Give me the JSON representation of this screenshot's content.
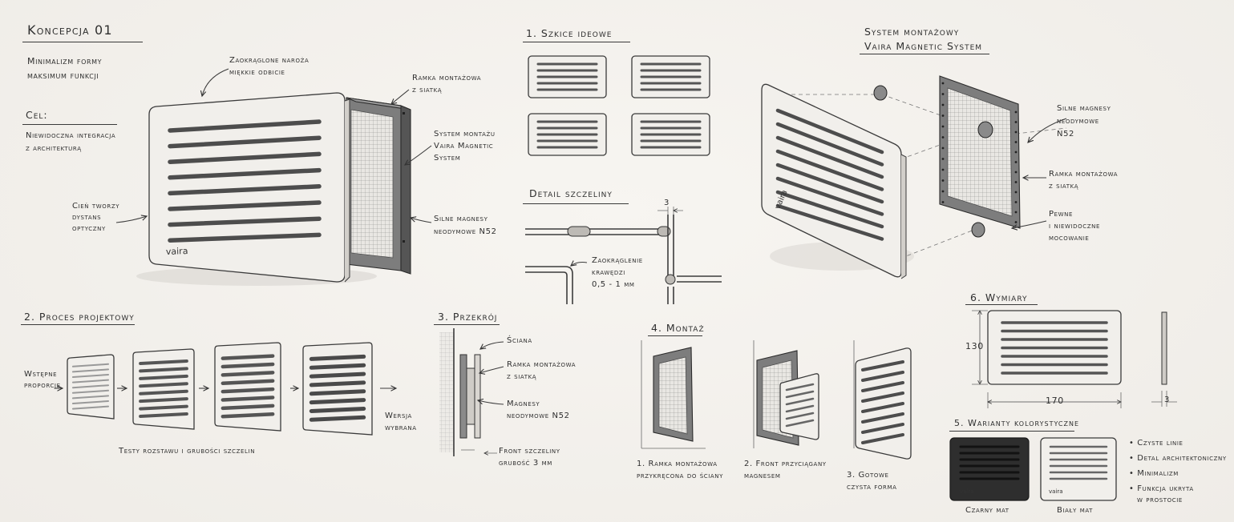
{
  "header": {
    "title": "Koncepcja 01",
    "tagline_1": "Minimalizm formy",
    "tagline_2": "maksimum funkcji"
  },
  "goal": {
    "label": "Cel:",
    "line_1": "Niewidoczna integracja",
    "line_2": "z architekturą"
  },
  "brand": {
    "logo": "vaira"
  },
  "hero": {
    "rounded_1": "Zaokrąglone naroża",
    "rounded_2": "miękkie odbicie",
    "frame_1": "Ramka montażowa",
    "frame_2": "z siatką",
    "system_1": "System montażu",
    "system_2": "Vaira Magnetic",
    "system_3": "System",
    "shadow_1": "Cień tworzy",
    "shadow_2": "dystans",
    "shadow_3": "optyczny",
    "magnets_1": "Silne magnesy",
    "magnets_2": "neodymowe N52"
  },
  "sketches": {
    "title": "1. Szkice ideowe"
  },
  "slot_detail": {
    "title": "Detail szczeliny",
    "dim": "3",
    "rounding_1": "Zaokrąglenie",
    "rounding_2": "krawędzi",
    "rounding_3": "0,5 - 1 mm"
  },
  "mount_system": {
    "title_1": "System montażowy",
    "title_2": "Vaira Magnetic System",
    "magnets_1": "Silne magnesy",
    "magnets_2": "neodymowe",
    "magnets_3": "N52",
    "frame_1": "Ramka montażowa",
    "frame_2": "z siatką",
    "secure_1": "Pewne",
    "secure_2": "i niewidoczne",
    "secure_3": "mocowanie"
  },
  "process": {
    "title": "2. Proces projektowy",
    "initial_1": "Wstępne",
    "initial_2": "proporcje",
    "tests": "Testy rozstawu i grubości szczelin",
    "chosen_1": "Wersja",
    "chosen_2": "wybrana"
  },
  "section": {
    "title": "3. Przekrój",
    "wall": "Ściana",
    "frame_1": "Ramka montażowa",
    "frame_2": "z siatką",
    "magnets_1": "Magnesy",
    "magnets_2": "neodymowe N52",
    "front_1": "Front szczeliny",
    "front_2": "grubość 3 mm"
  },
  "mounting": {
    "title": "4. Montaż",
    "step1_1": "1. Ramka montażowa",
    "step1_2": "przykręcona do ściany",
    "step2_1": "2. Front przyciągany",
    "step2_2": "magnesem",
    "step3_1": "3. Gotowe",
    "step3_2": "czysta forma"
  },
  "dimensions": {
    "title": "6. Wymiary",
    "height": "130",
    "width": "170",
    "depth": "3"
  },
  "colors": {
    "title": "5. Warianty kolorystyczne",
    "black_label": "Czarny mat",
    "white_label": "Biały mat",
    "black_hex": "#2e2e2e",
    "white_hex": "#f1efeb"
  },
  "features": [
    "Czyste linie",
    "Detal architektoniczny",
    "Minimalizm",
    "Funkcja ukryta",
    "w prostocie"
  ]
}
